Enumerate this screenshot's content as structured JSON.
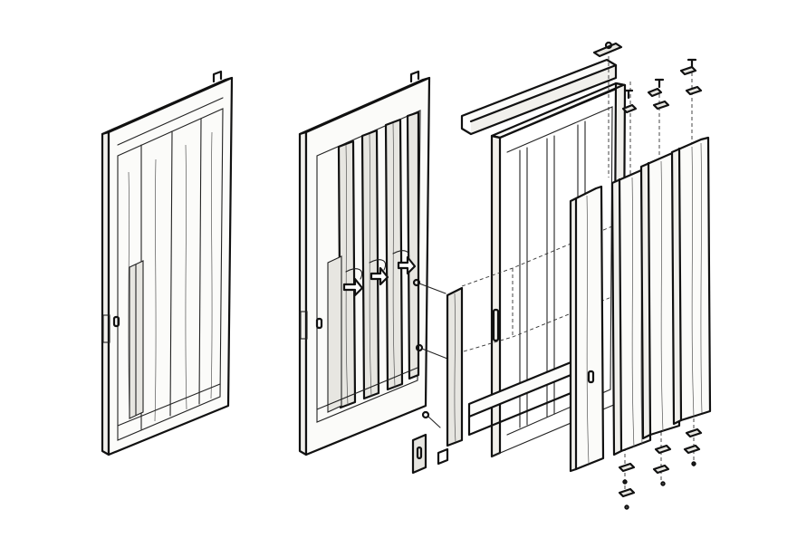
{
  "diagram": {
    "figures": [
      {
        "id": "assembled-door"
      },
      {
        "id": "door-panels-rotated"
      },
      {
        "id": "exploded-door-frame"
      }
    ],
    "colors": {
      "ink": "#111111",
      "paper": "#ffffff",
      "shade": "#e7e6e1"
    },
    "icons": [
      "rotate-arrow-icon",
      "rotate-arrow-icon",
      "rotate-arrow-icon",
      "screw-icon",
      "bolt-icon",
      "hinge-plate-icon"
    ]
  }
}
